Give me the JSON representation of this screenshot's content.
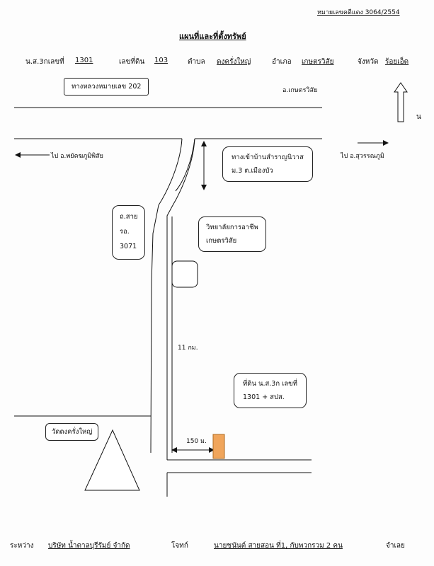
{
  "case_no": "หมายเลขคดีแดง  3064/2554",
  "title": "แผนที่และที่ตั้งทรัพย์",
  "header": {
    "deed_label": "น.ส.3กเลขที่",
    "deed_value": "1301",
    "land_label": "เลขที่ดิน",
    "land_value": "103",
    "subdistrict_label": "ตำบล",
    "subdistrict_value": "ดงครั่งใหญ่",
    "district_label": "อำเภอ",
    "district_value": "เกษตรวิสัย",
    "province_label": "จังหวัด",
    "province_value": "ร้อยเอ็ด"
  },
  "map": {
    "highway_label": "ทางหลวงหมายเลข 202",
    "town_label": "อ.เกษตรวิสัย",
    "north_label": "น",
    "west_label": "ไป อ.พยัคฆภูมิพิสัย",
    "east_label": "ไป อ.สุวรรณภูมิ",
    "village_line1": "ทางเข้าบ้านสำราญนิวาส",
    "village_line2": "ม.3 ต.เมืองบัว",
    "road_line1": "ถ.สาย",
    "road_line2": "รอ.",
    "road_line3": "3071",
    "college_line1": "วิทยาลัยการอาชีพ",
    "college_line2": "เกษตรวิสัย",
    "distance_km": "11 กม.",
    "land_line1": "ที่ดิน น.ส.3ก เลขที่",
    "land_line2": "1301 + สปส.",
    "distance_m": "150 ม.",
    "temple_label": "วัดดงครั่งใหญ่"
  },
  "footer": {
    "between_label": "ระหว่าง",
    "plaintiff_value": "บริษัท น้ำตาลบุรีรัมย์ จำกัด",
    "plaintiff_label": "โจทก์",
    "defendant_value": "นายชนันต์  สายสอน  ที่1, กับพวกรวม 2 คน",
    "defendant_label": "จำเลย"
  }
}
